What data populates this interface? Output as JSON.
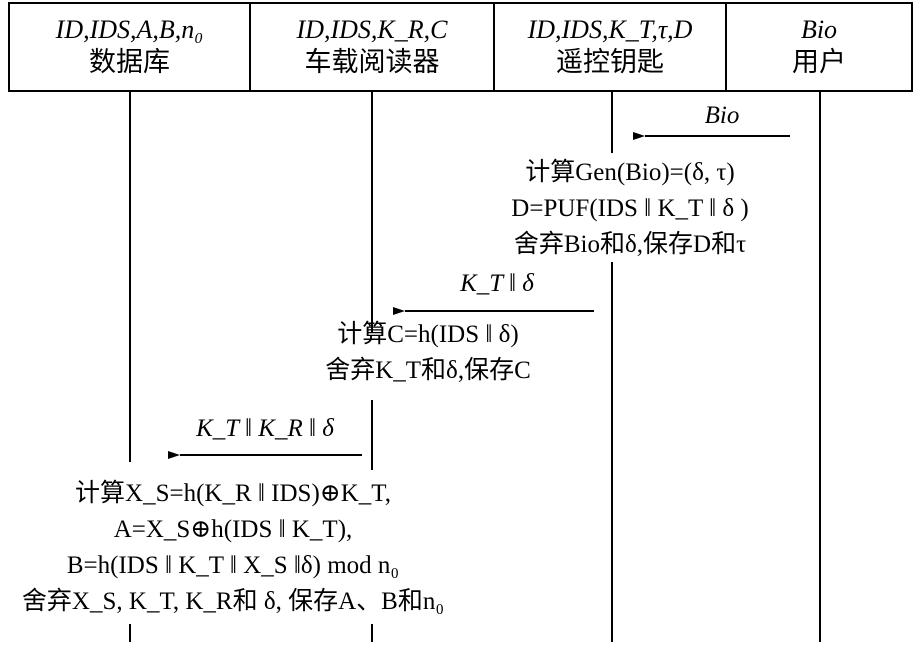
{
  "participants": [
    {
      "vars": "ID,IDS,A,B,n₀",
      "name": "数据库"
    },
    {
      "vars": "ID,IDS,K_R,C",
      "name": "车载阅读器"
    },
    {
      "vars": "ID,IDS,K_T,τ,D",
      "name": "遥控钥匙"
    },
    {
      "vars": "Bio",
      "name": "用户"
    }
  ],
  "messages": [
    {
      "label": "Bio",
      "from": "用户",
      "to": "遥控钥匙"
    },
    {
      "label": "K_T ‖ δ",
      "from": "遥控钥匙",
      "to": "车载阅读器"
    },
    {
      "label": "K_T ‖ K_R ‖ δ",
      "from": "车载阅读器",
      "to": "数据库"
    }
  ],
  "computations": {
    "key_fob": [
      "计算Gen(Bio)=(δ, τ)",
      "D=PUF(IDS ‖ K_T ‖ δ )",
      "舍弃Bio和δ,保存D和τ"
    ],
    "reader": [
      "计算C=h(IDS ‖ δ)",
      "舍弃K_T和δ,保存C"
    ],
    "database": [
      "计算X_S=h(K_R ‖ IDS)⊕K_T,",
      "A=X_S⊕h(IDS ‖ K_T),",
      "B=h(IDS ‖ K_T ‖ X_S ‖δ) mod n₀",
      "舍弃X_S, K_T, K_R和 δ, 保存A、B和n₀"
    ]
  }
}
